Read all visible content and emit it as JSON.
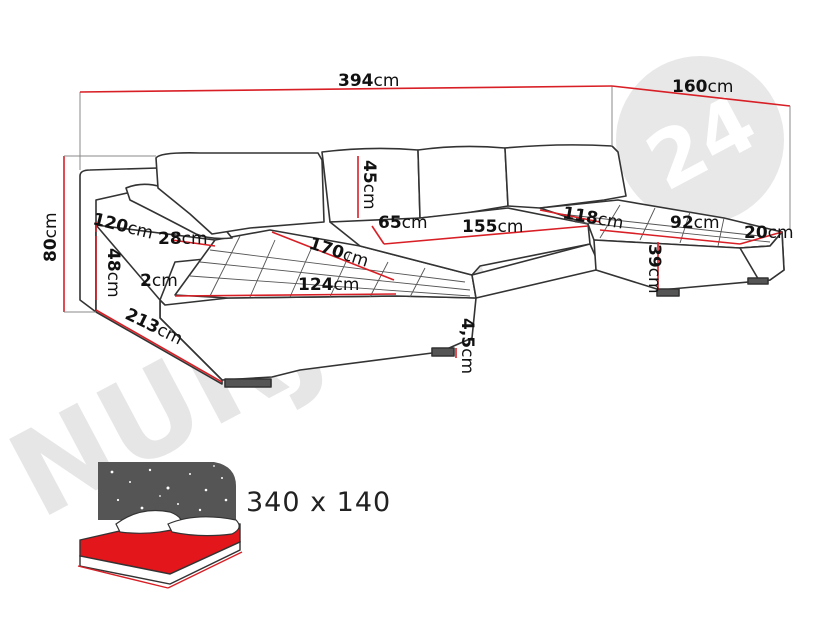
{
  "watermark": {
    "brand": "NURJAN",
    "badge": "24"
  },
  "dimensions": {
    "overall_width": {
      "value": "394",
      "unit": "cm"
    },
    "chaise_depth_right": {
      "value": "160",
      "unit": "cm"
    },
    "height": {
      "value": "80",
      "unit": "cm"
    },
    "backrest_height": {
      "value": "45",
      "unit": "cm"
    },
    "left_arm_length": {
      "value": "120",
      "unit": "cm"
    },
    "arm_width": {
      "value": "28",
      "unit": "cm"
    },
    "arm_height": {
      "value": "48",
      "unit": "cm"
    },
    "cushion_thickness": {
      "value": "2",
      "unit": "cm"
    },
    "left_chaise_length": {
      "value": "213",
      "unit": "cm"
    },
    "left_seat_length": {
      "value": "170",
      "unit": "cm"
    },
    "left_seat_width": {
      "value": "124",
      "unit": "cm"
    },
    "seat_depth": {
      "value": "65",
      "unit": "cm"
    },
    "middle_seat_width": {
      "value": "155",
      "unit": "cm"
    },
    "right_seat_length": {
      "value": "118",
      "unit": "cm"
    },
    "right_seat_width": {
      "value": "92",
      "unit": "cm"
    },
    "right_arm_width": {
      "value": "20",
      "unit": "cm"
    },
    "seat_height": {
      "value": "39",
      "unit": "cm"
    },
    "leg_height": {
      "value": "4,5",
      "unit": "cm"
    }
  },
  "bed": {
    "label": "340 x 140"
  },
  "colors": {
    "outline": "#333333",
    "dimension_line": "#d81f26",
    "bed_surface": "#e3161b",
    "bed_backdrop": "#555555",
    "watermark": "#e4e4e4"
  }
}
